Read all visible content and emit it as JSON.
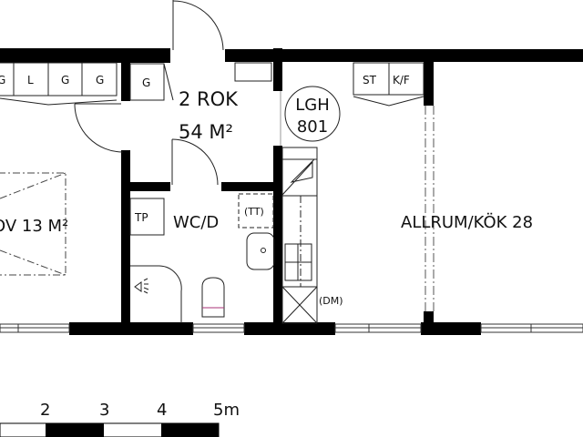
{
  "apartment": {
    "id_label": "LGH",
    "id_number": "801",
    "type": "2 ROK",
    "area": "54 M²"
  },
  "rooms": {
    "bedroom": "OV 13 M²",
    "bathroom": "WC/D",
    "living_kitchen": "ALLRUM/KÖK 28"
  },
  "fixtures": {
    "wardrobes": [
      "G",
      "L",
      "G",
      "G"
    ],
    "hall_wardrobe": "G",
    "dryer_cabinet": "TP",
    "washer": "(TT)",
    "dishwasher": "(DM)",
    "kitchen_cabinets": [
      "ST",
      "K/F"
    ]
  },
  "scale_bar": {
    "labels": [
      "2",
      "3",
      "4",
      "5m"
    ]
  }
}
